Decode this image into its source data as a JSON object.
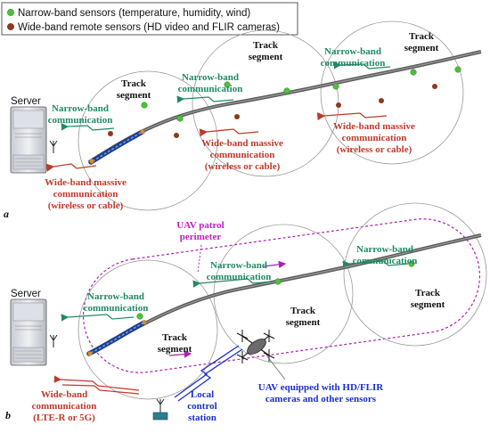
{
  "legend": {
    "narrow_label": "Narrow-band sensors (temperature, humidity, wind)",
    "wide_label": "Wide-band remote sensors (HD video and FLIR cameras)",
    "narrow_color": "#4cc23a",
    "wide_color": "#8b3a1e"
  },
  "panel_a": {
    "label": "a",
    "server_label": "Server",
    "segments": [
      [
        "Track",
        "segment"
      ],
      [
        "Track",
        "segment"
      ],
      [
        "Track",
        "segment"
      ]
    ],
    "narrow_comm_left": [
      "Narrow-band",
      "communication"
    ],
    "narrow_comm_mid": [
      "Narrow-band",
      "communication"
    ],
    "narrow_comm_right": [
      "Narrow-band",
      "communication"
    ],
    "wide_comm_left": [
      "Wide-band massive",
      "communication",
      "(wireless or cable)"
    ],
    "wide_comm_mid": [
      "Wide-band massive",
      "communication",
      "(wireless or cable)"
    ],
    "wide_comm_right": [
      "Wide-band massive",
      "communication",
      "(wireless or cable)"
    ]
  },
  "panel_b": {
    "label": "b",
    "server_label": "Server",
    "segments": [
      [
        "Track",
        "segment"
      ],
      [
        "Track",
        "segment"
      ],
      [
        "Track",
        "segment"
      ]
    ],
    "patrol": [
      "UAV patrol",
      "perimeter"
    ],
    "narrow_comm_left": [
      "Narrow-band",
      "communication"
    ],
    "narrow_comm_mid": [
      "Narrow-band",
      "communication"
    ],
    "narrow_comm_right": [
      "Narrow-band",
      "communication"
    ],
    "wide_comm": [
      "Wide-band",
      "communication",
      "(LTE-R or 5G)"
    ],
    "station": [
      "Local",
      "control",
      "station"
    ],
    "uav": [
      "UAV equipped with HD/FLIR",
      "cameras and other sensors"
    ]
  }
}
